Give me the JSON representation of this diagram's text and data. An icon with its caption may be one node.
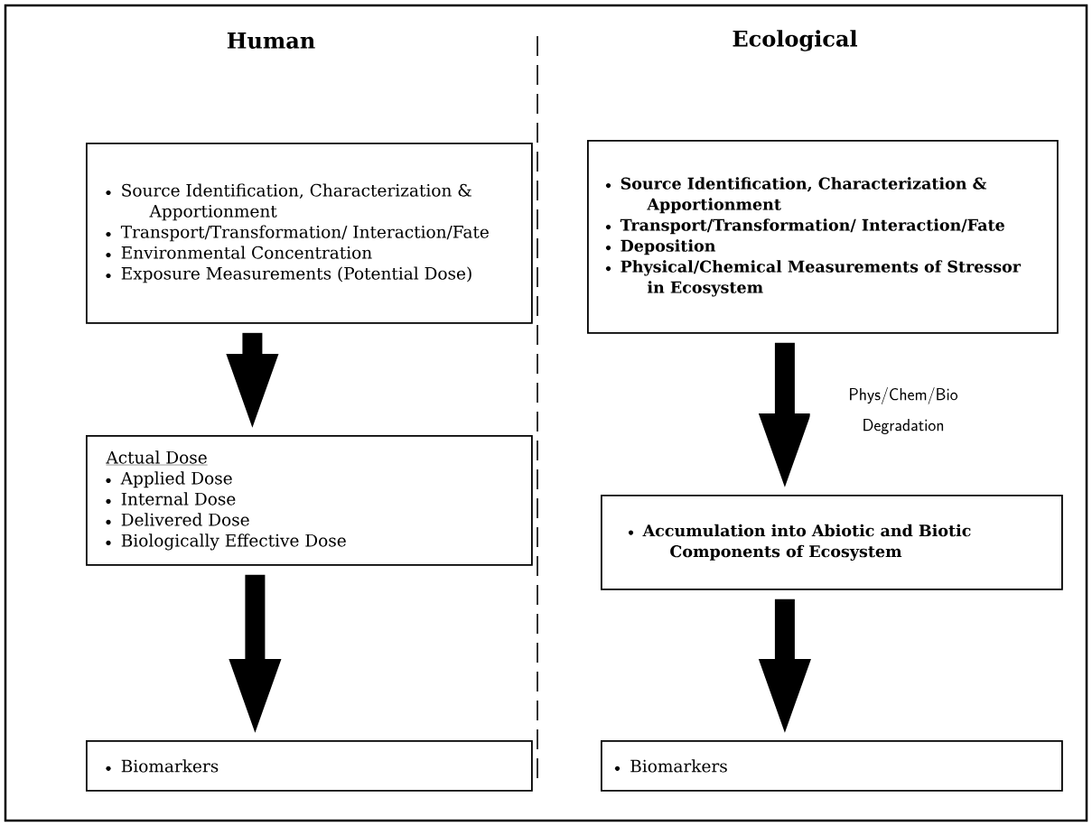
{
  "diagram": {
    "nodes": [
      {
        "text": [
          "Source Identification, Characterization & Apportionment",
          "Transport/Transformation/ Interaction/Fate",
          "Environmental Concentration",
          "Exposure Measurements (Potential Dose)"
        ]
      },
      {
        "text": [
          "Actual Dose",
          "Applied Dose",
          "Internal Dose",
          "Delivered Dose",
          "Biologically Effective Dose"
        ]
      },
      {
        "text": [
          "Biomarkers"
        ]
      },
      {
        "text": [
          "Source Identification, Characterization & Apportionment",
          "Transport/Transformation/ Interaction/Fate",
          "Deposition",
          "Physical/Chemical Measurements of Stressor in Ecosystem"
        ]
      },
      {
        "text": [
          "Accumulation into Abiotic and Biotic Components of Ecosystem"
        ]
      },
      {
        "text": [
          "Biomarkers"
        ]
      }
    ],
    "edges": [
      {
        "from": 0,
        "to": 1,
        "arrow": "to"
      },
      {
        "from": 1,
        "to": 2,
        "arrow": "to"
      },
      {
        "from": 3,
        "to": 4,
        "arrow": "to",
        "label": "Phys/Chem/Bio Degradation"
      },
      {
        "from": 4,
        "to": 5,
        "arrow": "to"
      }
    ],
    "labels": [
      "Human",
      "Ecological"
    ]
  }
}
